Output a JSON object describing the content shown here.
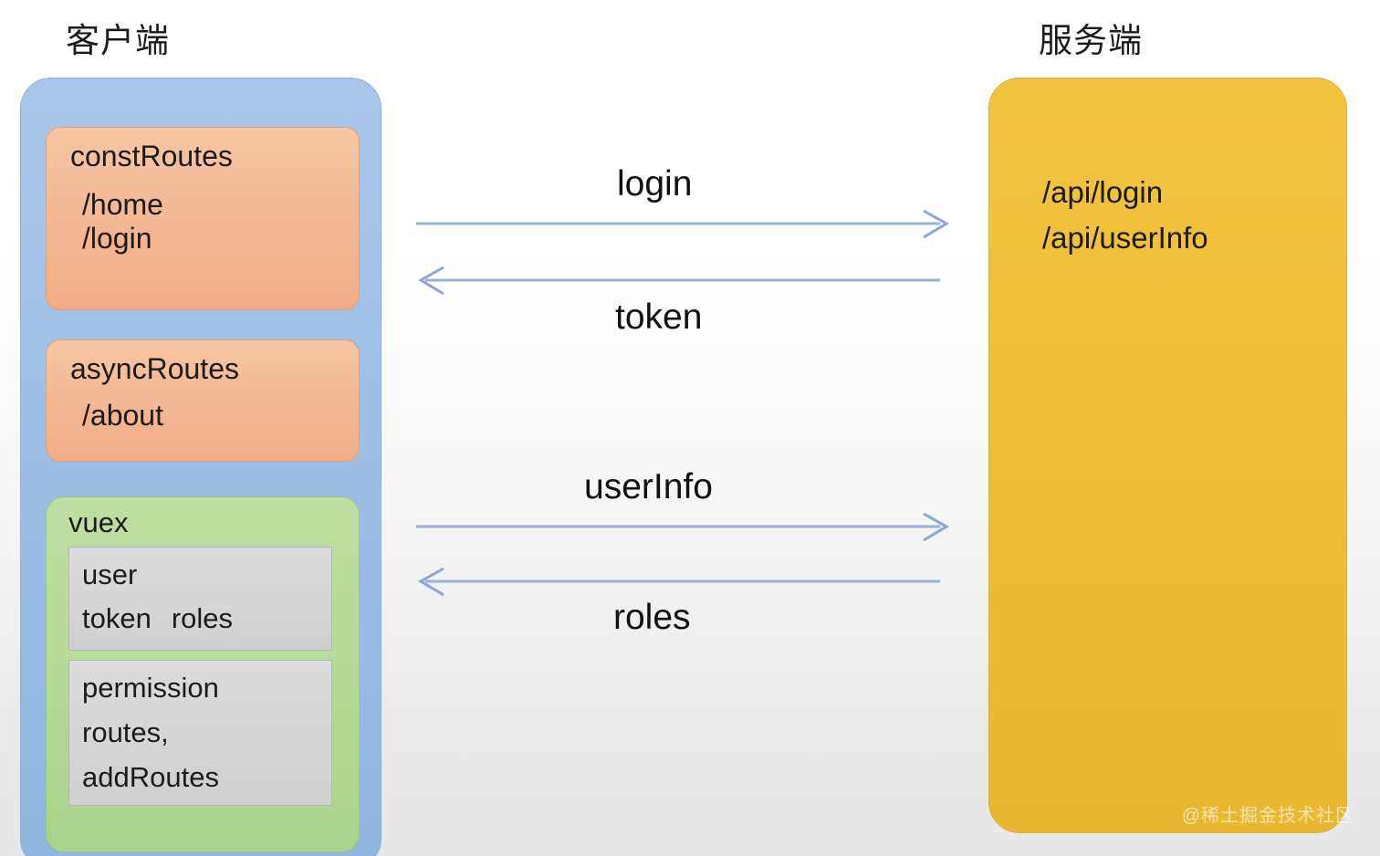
{
  "client": {
    "title": "客户端",
    "const_routes": {
      "title": "constRoutes",
      "routes": [
        "/home",
        "/login"
      ]
    },
    "async_routes": {
      "title": "asyncRoutes",
      "routes": [
        "/about"
      ]
    },
    "vuex": {
      "label": "vuex",
      "user_module": {
        "name": "user",
        "fields": [
          "token",
          "roles"
        ]
      },
      "permission_module": {
        "name": "permission",
        "fields": [
          "routes,",
          "addRoutes"
        ]
      }
    }
  },
  "server": {
    "title": "服务端",
    "endpoints": [
      "/api/login",
      "/api/userInfo"
    ]
  },
  "flows": [
    {
      "label": "login",
      "direction": "request"
    },
    {
      "label": "token",
      "direction": "response"
    },
    {
      "label": "userInfo",
      "direction": "request"
    },
    {
      "label": "roles",
      "direction": "response"
    }
  ],
  "watermark": "@稀土掘金技术社区",
  "colors": {
    "client_panel": "#9fc0e4",
    "route_box": "#f4b894",
    "vuex_box": "#b4da98",
    "state_box": "#d6d6d6",
    "server_panel": "#efbe38",
    "arrow": "#8fa8d8",
    "text": "#1b1b1b"
  }
}
